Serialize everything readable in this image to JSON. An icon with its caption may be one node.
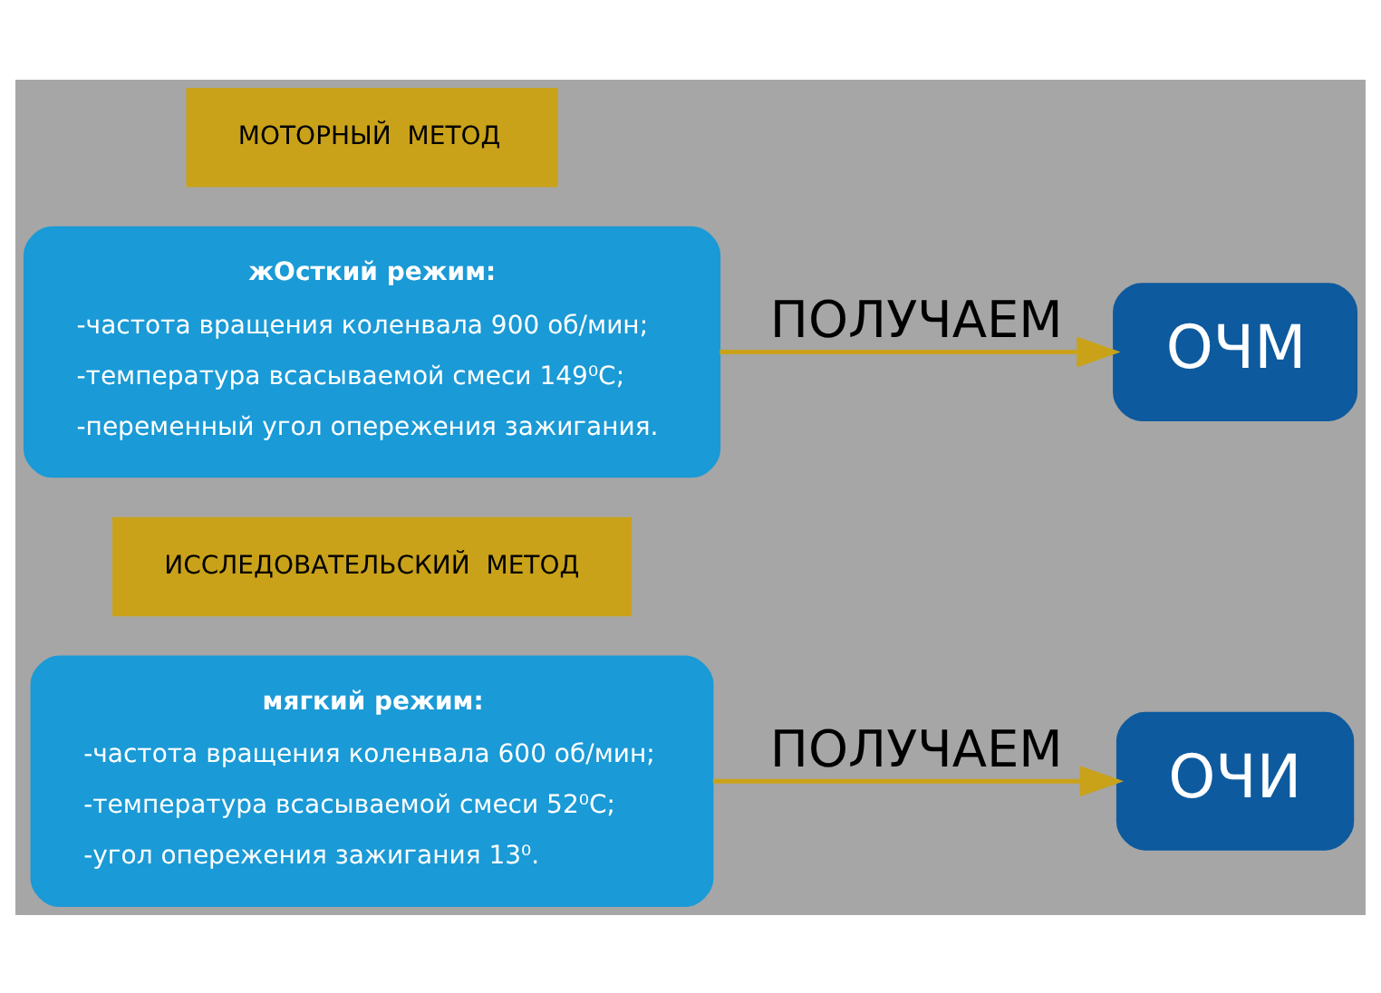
{
  "diagram": {
    "nodes": [
      {
        "text": [
          "МОТОРНЫЙ  МЕТОД"
        ]
      },
      {
        "text": [
          "жОсткий режим:",
          "-частота вращения коленвала 900 об/мин;",
          "-температура всасываемой смеси 149⁰С;",
          "-переменный угол опережения зажигания."
        ]
      },
      {
        "text": [
          "ОЧМ"
        ]
      },
      {
        "text": [
          "ИССЛЕДОВАТЕЛЬСКИЙ  МЕТОД"
        ]
      },
      {
        "text": [
          "мягкий режим:",
          "-частота вращения коленвала 600 об/мин;",
          "-температура всасываемой смеси 52⁰С;",
          "-угол опережения зажигания 13⁰."
        ]
      },
      {
        "text": [
          "ОЧИ"
        ]
      }
    ],
    "edges": [
      {
        "from": 1,
        "to": 2,
        "arrow": "to",
        "label": "ПОЛУЧАЕМ"
      },
      {
        "from": 4,
        "to": 5,
        "arrow": "to",
        "label": "ПОЛУЧАЕМ"
      }
    ]
  }
}
